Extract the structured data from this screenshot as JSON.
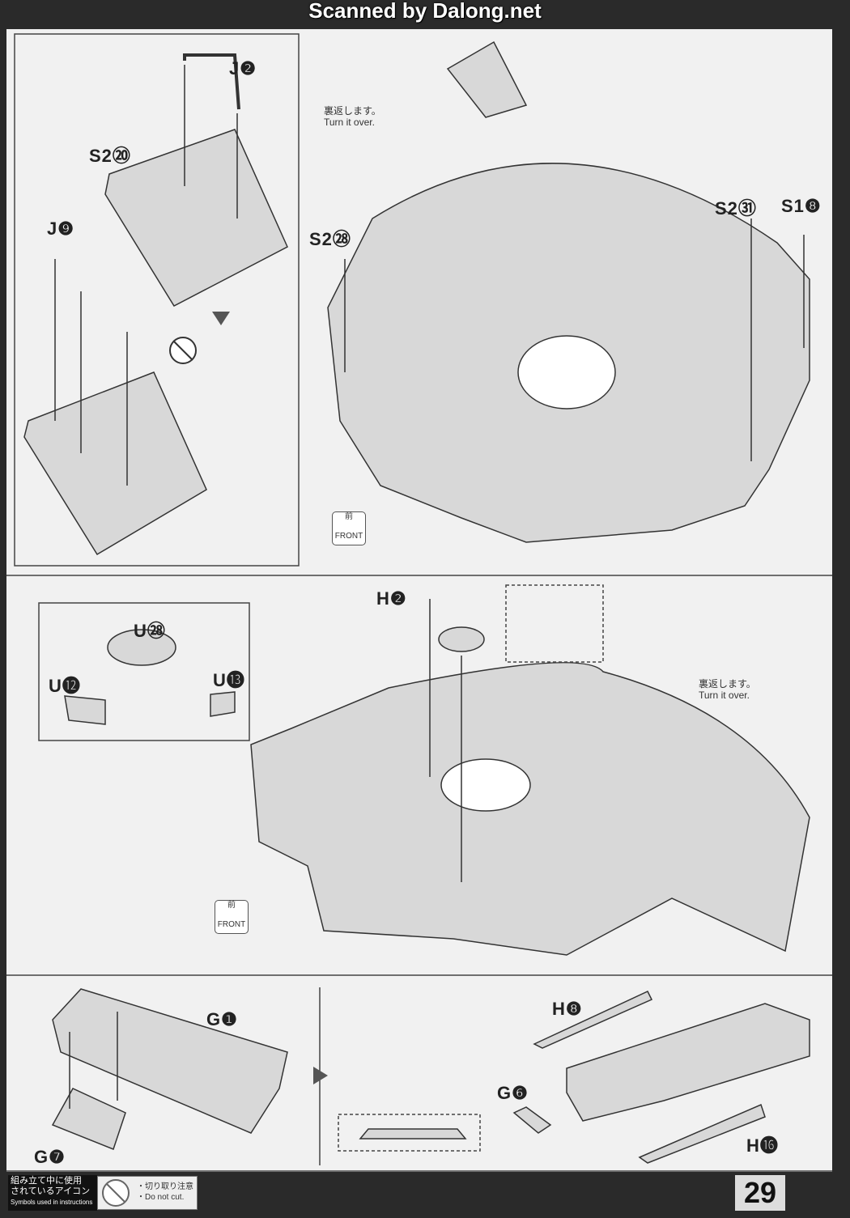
{
  "watermark": "Scanned by Dalong.net",
  "step_top": {
    "labels": {
      "j2": "J❷",
      "s2_20": "S2⑳",
      "j9": "J❾",
      "s2_28": "S2㉘",
      "s2_31": "S2㉛",
      "s1_8": "S1❽"
    },
    "turn_over_jp": "裏返します。",
    "turn_over_en": "Turn it over.",
    "front_jp": "前",
    "front_en": "FRONT"
  },
  "step_mid": {
    "labels": {
      "h2": "H❷",
      "u28": "U㉘",
      "u12": "U⓬",
      "u13": "U⓭"
    },
    "turn_over_jp": "裏返します。",
    "turn_over_en": "Turn it over.",
    "front_jp": "前",
    "front_en": "FRONT"
  },
  "step_bottom": {
    "labels": {
      "g1": "G❶",
      "g7": "G❼",
      "g6": "G❻",
      "h8": "H❽",
      "h16": "H⓰"
    }
  },
  "footer": {
    "icons_jp_1": "組み立て中に使用",
    "icons_jp_2": "されているアイコン",
    "icons_en": "Symbols used in instructions",
    "cut_jp": "・切り取り注意",
    "cut_en": "・Do not cut.",
    "page_number": "29"
  }
}
